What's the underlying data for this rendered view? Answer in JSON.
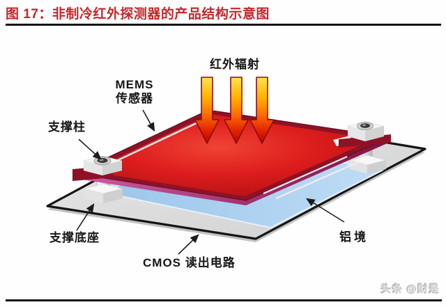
{
  "figure": {
    "title": "图 17：非制冷红外探测器的产品结构示意图",
    "title_color": "#c5262b"
  },
  "diagram": {
    "labels": {
      "ir_radiation": "红外辐射",
      "mems_line1": "MEMS",
      "mems_line2": "传感器",
      "support_pillar": "支撑柱",
      "support_base": "支撑底座",
      "cmos_readout": "CMOS 读出电路",
      "aluminum_mirror": "铝境"
    },
    "icons": {
      "ir_arrows": "three downward gradient arrows",
      "leader_arrow": "thin black pointer arrow",
      "pillar_stud": "metallic stud circle"
    },
    "colors": {
      "sensor_plate_red": "#dd1d1d",
      "plate_frame_maroon": "#8e1226",
      "plate_edge_magenta": "#d05ca8",
      "mirror_blue": "#a6cdee",
      "substrate_gray": "#dcdcdc",
      "substrate_border": "#141414",
      "ir_arrow_top": "#ffe352",
      "ir_arrow_bottom": "#b80000"
    }
  },
  "watermark": {
    "text": "头条 @财是"
  }
}
